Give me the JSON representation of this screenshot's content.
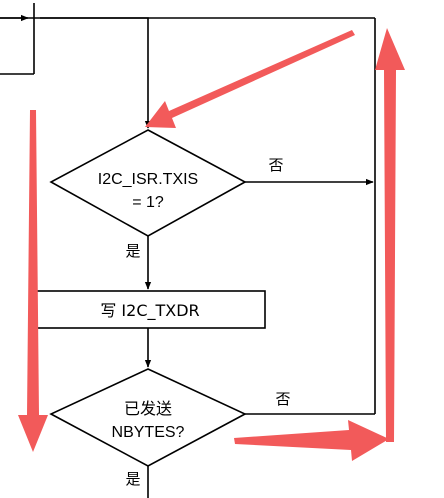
{
  "diagram": {
    "nodes": {
      "txis_check": {
        "line1": "I2C_ISR.TXIS",
        "line2": "= 1?"
      },
      "write_txdr": {
        "label": "写 I2C_TXDR"
      },
      "nbytes_check": {
        "line1": "已发送",
        "line2": "NBYTES?"
      }
    },
    "edges": {
      "txis_no": "否",
      "txis_yes": "是",
      "nbytes_no": "否",
      "nbytes_yes": "是"
    }
  },
  "colors": {
    "line": "#000000",
    "annotation_arrow": "#f25a5a"
  }
}
